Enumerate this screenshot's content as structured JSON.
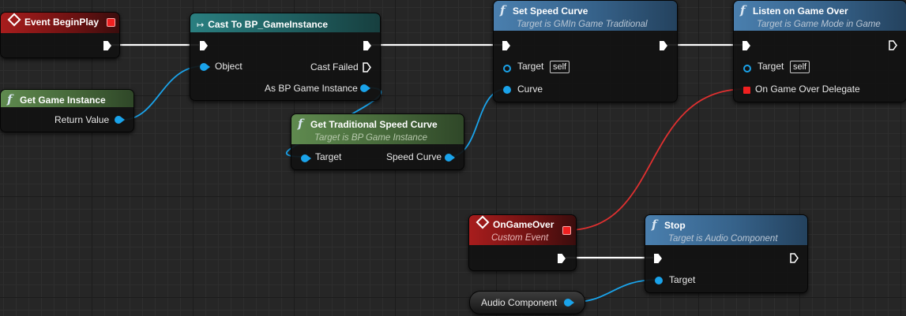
{
  "nodes": {
    "begin_play": {
      "title": "Event BeginPlay"
    },
    "get_game_instance": {
      "title": "Get Game Instance",
      "pins": {
        "return_value": "Return Value"
      }
    },
    "cast": {
      "title": "Cast To BP_GameInstance",
      "pins": {
        "object": "Object",
        "cast_failed": "Cast Failed",
        "as_bp": "As BP Game Instance"
      }
    },
    "get_speed_curve": {
      "title": "Get Traditional Speed Curve",
      "subtitle": "Target is BP Game Instance",
      "pins": {
        "target": "Target",
        "speed_curve": "Speed Curve"
      }
    },
    "set_speed_curve": {
      "title": "Set Speed Curve",
      "subtitle": "Target is GMIn Game Traditional",
      "pins": {
        "target": "Target",
        "self": "self",
        "curve": "Curve"
      }
    },
    "listen_game_over": {
      "title": "Listen on Game Over",
      "subtitle": "Target is Game Mode in Game",
      "pins": {
        "target": "Target",
        "self": "self",
        "delegate": "On Game Over Delegate"
      }
    },
    "on_game_over": {
      "title": "OnGameOver",
      "subtitle": "Custom Event"
    },
    "stop": {
      "title": "Stop",
      "subtitle": "Target is Audio Component",
      "pins": {
        "target": "Target"
      }
    },
    "audio_component": {
      "label": "Audio Component"
    }
  },
  "colors": {
    "exec_wire": "#ffffff",
    "object_wire": "#1aa3ea",
    "delegate_wire": "#e03030",
    "event_header": "#a81d1d",
    "cast_header": "#2a7f80",
    "function_header": "#4a7fae",
    "pure_header": "#5f8a4f"
  }
}
